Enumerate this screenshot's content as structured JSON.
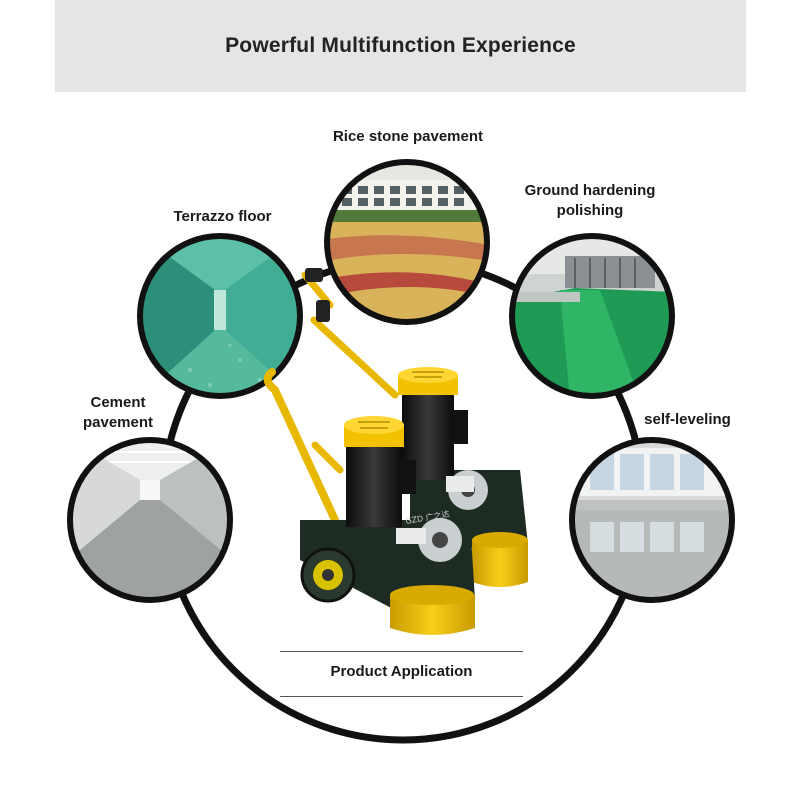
{
  "header": {
    "title": "Powerful Multifunction Experience"
  },
  "applications": {
    "rice_stone": "Rice stone pavement",
    "ground_hardening_line1": "Ground hardening",
    "ground_hardening_line2": "polishing",
    "terrazzo": "Terrazzo floor",
    "cement_line1": "Cement",
    "cement_line2": "pavement",
    "self_leveling": "self-leveling"
  },
  "footer": {
    "label": "Product Application"
  },
  "product": {
    "plate_text": "GZD 广之达"
  },
  "colors": {
    "ring": "#111111",
    "accent_yellow": "#f2c200",
    "header_bg": "#e5e5e5"
  }
}
